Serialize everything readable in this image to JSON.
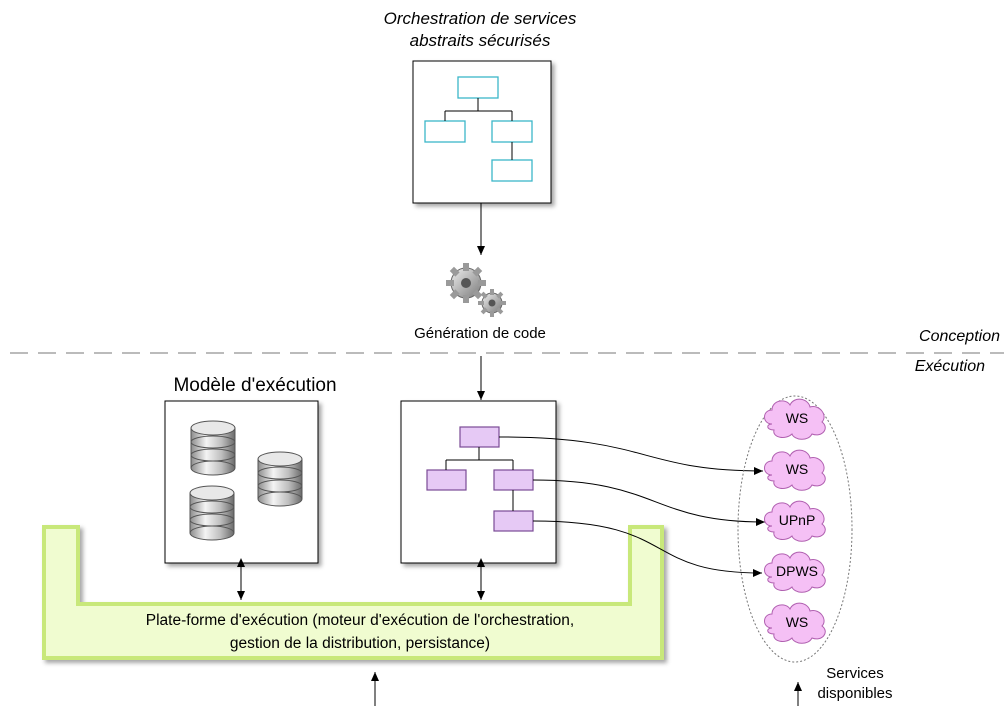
{
  "orchestration": {
    "title_line1": "Orchestration de services",
    "title_line2": "abstraits sécurisés"
  },
  "generation": {
    "label": "Génération de code"
  },
  "phases": {
    "conception": "Conception",
    "execution": "Exécution"
  },
  "execution_model": {
    "title": "Modèle d'exécution"
  },
  "platform": {
    "line1": "Plate-forme d'exécution (moteur d'exécution de l'orchestration,",
    "line2": "gestion de la distribution, persistance)"
  },
  "services": {
    "items": [
      "WS",
      "WS",
      "UPnP",
      "DPWS",
      "WS"
    ],
    "caption_line1": "Services",
    "caption_line2": "disponibles"
  },
  "colors": {
    "abstract_box_stroke": "#3bb6c8",
    "concrete_box_fill": "#e6c9f5",
    "concrete_box_stroke": "#7a4b95",
    "cloud_fill": "#f5c0f5",
    "cloud_stroke": "#b060b0",
    "platform_fill": "#f0fcd0",
    "platform_stroke": "#c8e87a"
  },
  "icons": [
    "gears-icon",
    "database-icon"
  ]
}
